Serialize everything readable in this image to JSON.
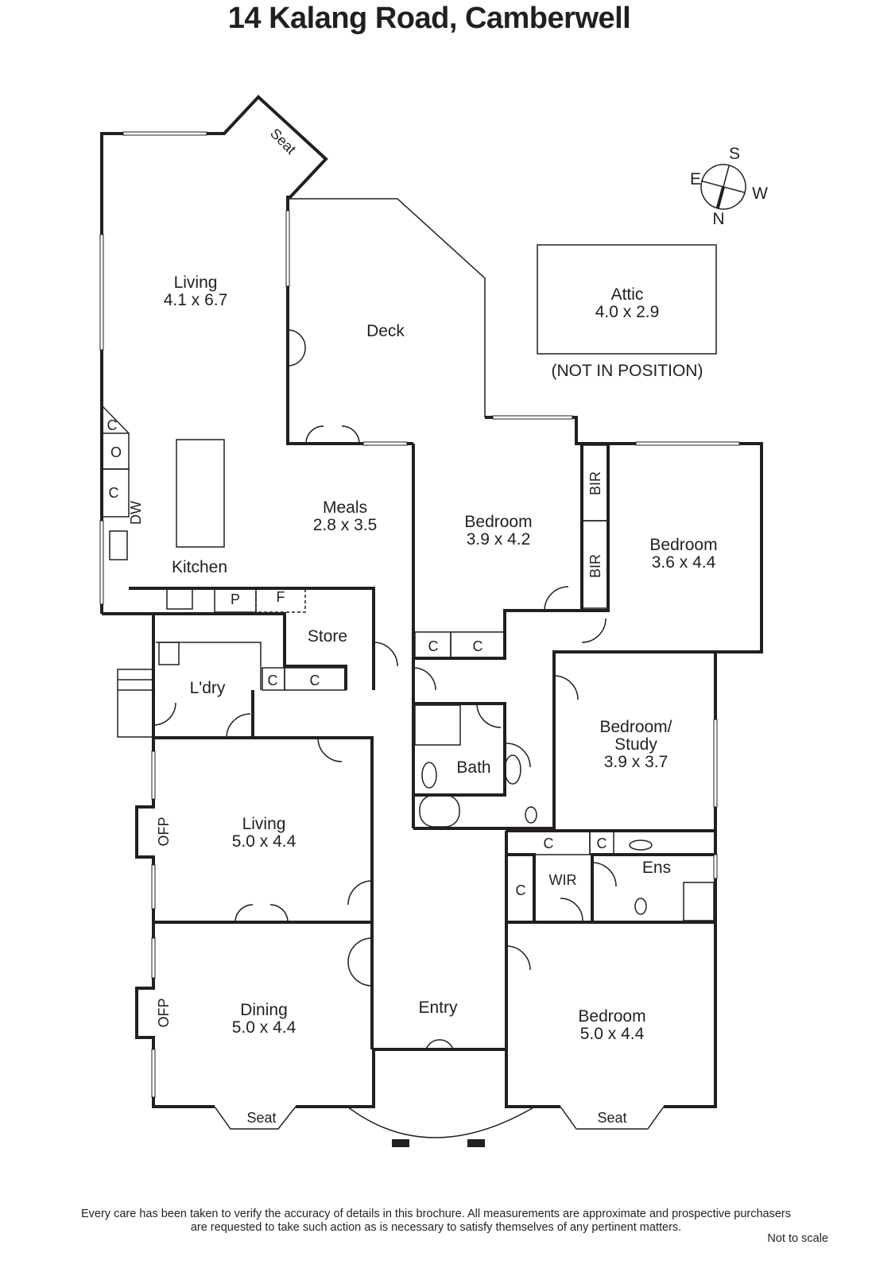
{
  "title": "14 Kalang Road, Camberwell",
  "compass": {
    "s": "S",
    "e": "E",
    "w": "W",
    "n": "N"
  },
  "rooms": {
    "living_rear": {
      "name": "Living",
      "size": "4.1 x 6.7"
    },
    "deck": {
      "name": "Deck"
    },
    "attic": {
      "name": "Attic",
      "size": "4.0 x 2.9",
      "note": "(NOT IN POSITION)"
    },
    "meals": {
      "name": "Meals",
      "size": "2.8 x 3.5"
    },
    "kitchen": {
      "name": "Kitchen"
    },
    "bedroom1": {
      "name": "Bedroom",
      "size": "3.9 x 4.2"
    },
    "bedroom2": {
      "name": "Bedroom",
      "size": "3.6 x 4.4"
    },
    "store": {
      "name": "Store"
    },
    "laundry": {
      "name": "L'dry"
    },
    "bath": {
      "name": "Bath"
    },
    "study": {
      "name": "Bedroom/",
      "name2": "Study",
      "size": "3.9 x 3.7"
    },
    "living_front": {
      "name": "Living",
      "size": "5.0 x 4.4"
    },
    "wir": {
      "name": "WIR"
    },
    "ens": {
      "name": "Ens"
    },
    "dining": {
      "name": "Dining",
      "size": "5.0 x 4.4"
    },
    "entry": {
      "name": "Entry"
    },
    "bedroom3": {
      "name": "Bedroom",
      "size": "5.0  x 4.4"
    }
  },
  "fixtures": {
    "seat": "Seat",
    "c": "C",
    "o": "O",
    "dw": "DW",
    "p": "P",
    "f": "F",
    "bir": "BIR",
    "ofp": "OFP"
  },
  "footer": {
    "line1": "Every care has been taken to verify the accuracy of details in this brochure.  All measurements are approximate and prospective purchasers",
    "line2": "are requested to take such action as is necessary to satisfy themselves of any pertinent matters.",
    "scale": "Not to scale"
  }
}
